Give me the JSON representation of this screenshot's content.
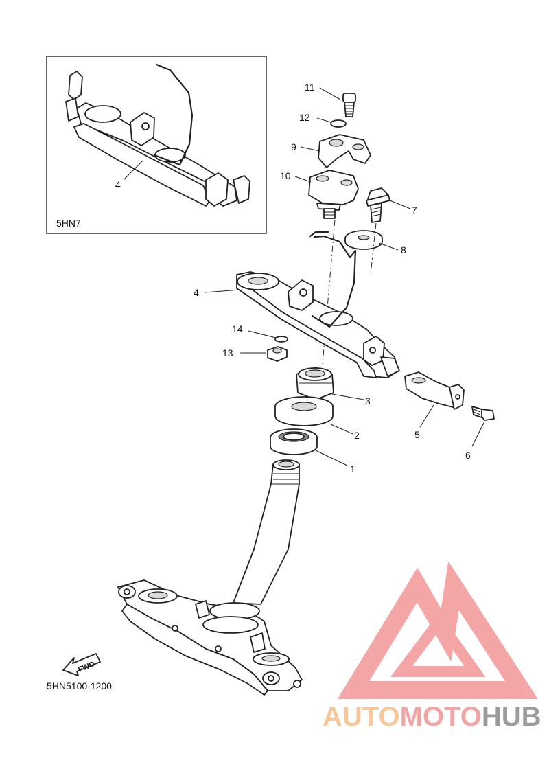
{
  "inset": {
    "label": "5HN7"
  },
  "diagram_code": "5HN5100-1200",
  "fwd_label": "FWD",
  "watermark": {
    "part1": "AUTO",
    "part2": "MOTO",
    "part3": "HUB",
    "colors": {
      "auto": "#f6c79a",
      "moto": "#f2a3a3",
      "hub": "#9b9b9b",
      "logo": "#f4a2a2"
    }
  },
  "callouts": {
    "c1": "1",
    "c2": "2",
    "c3": "3",
    "c4": "4",
    "c4_inset": "4",
    "c5": "5",
    "c6": "6",
    "c7": "7",
    "c8": "8",
    "c9": "9",
    "c10": "10",
    "c11": "11",
    "c12": "12",
    "c13": "13",
    "c14": "14"
  }
}
